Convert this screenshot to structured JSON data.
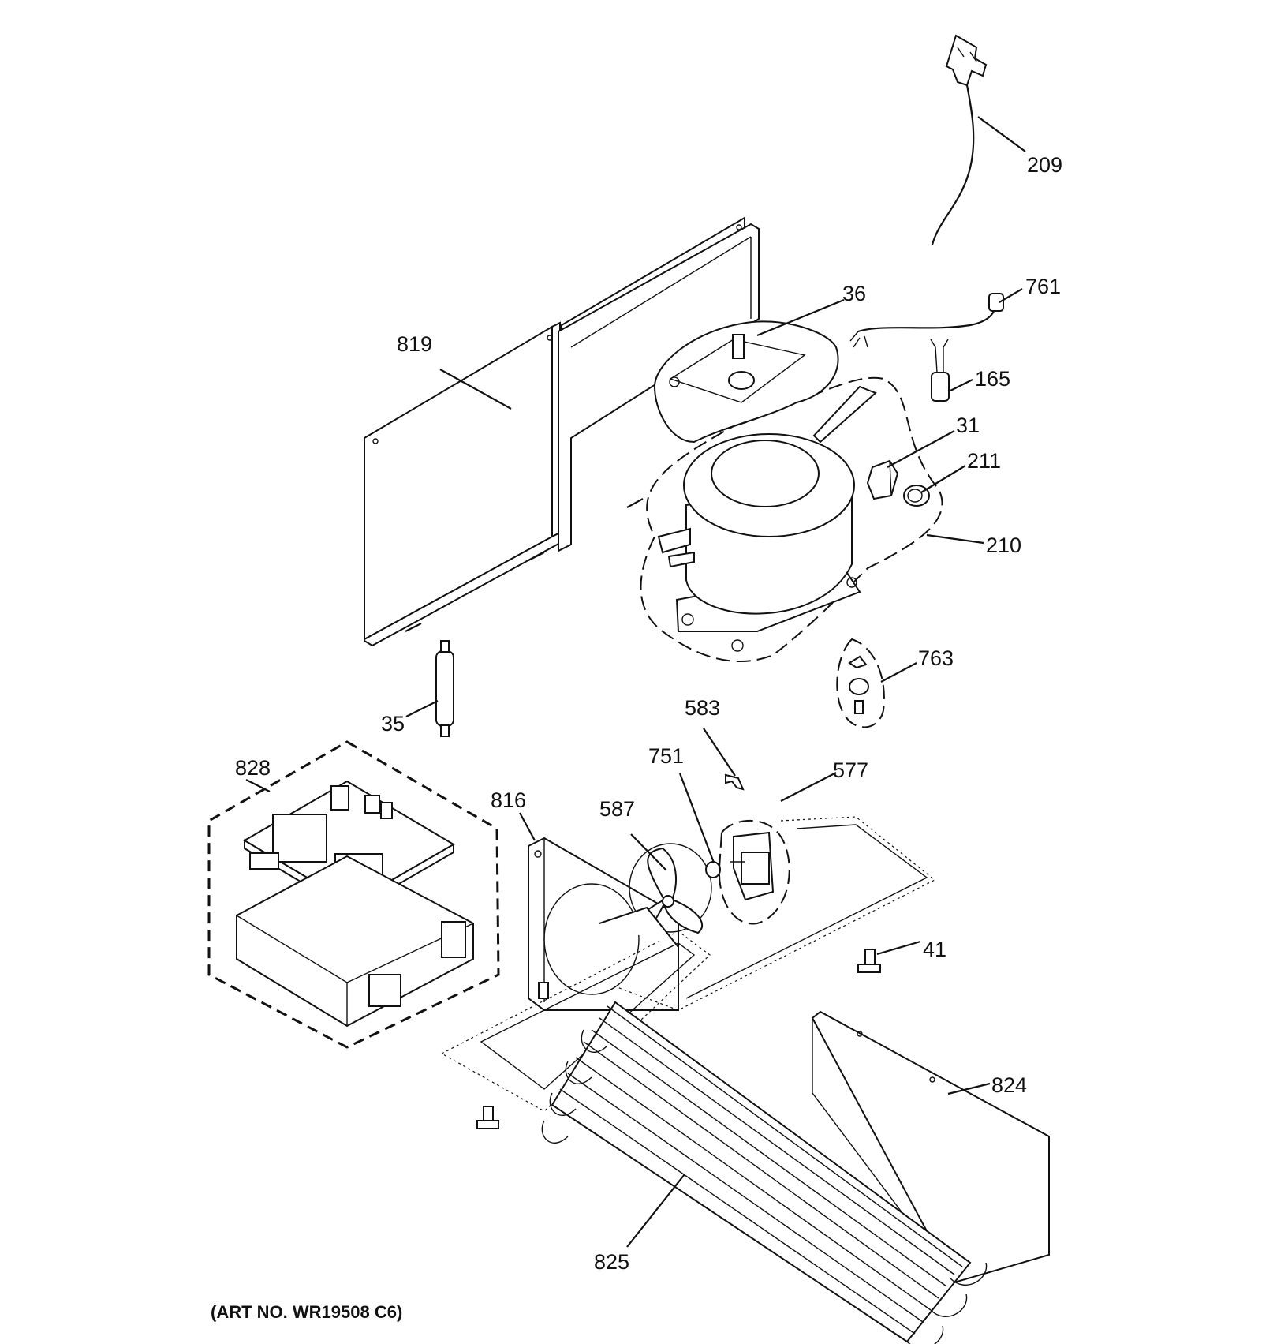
{
  "callouts": {
    "c209": "209",
    "c761": "761",
    "c36": "36",
    "c165": "165",
    "c819": "819",
    "c31": "31",
    "c211": "211",
    "c210": "210",
    "c763": "763",
    "c35": "35",
    "c583": "583",
    "c828": "828",
    "c751": "751",
    "c577": "577",
    "c816": "816",
    "c587": "587",
    "c41": "41",
    "c824": "824",
    "c825": "825"
  },
  "art_number": "(ART NO. WR19508 C6)"
}
